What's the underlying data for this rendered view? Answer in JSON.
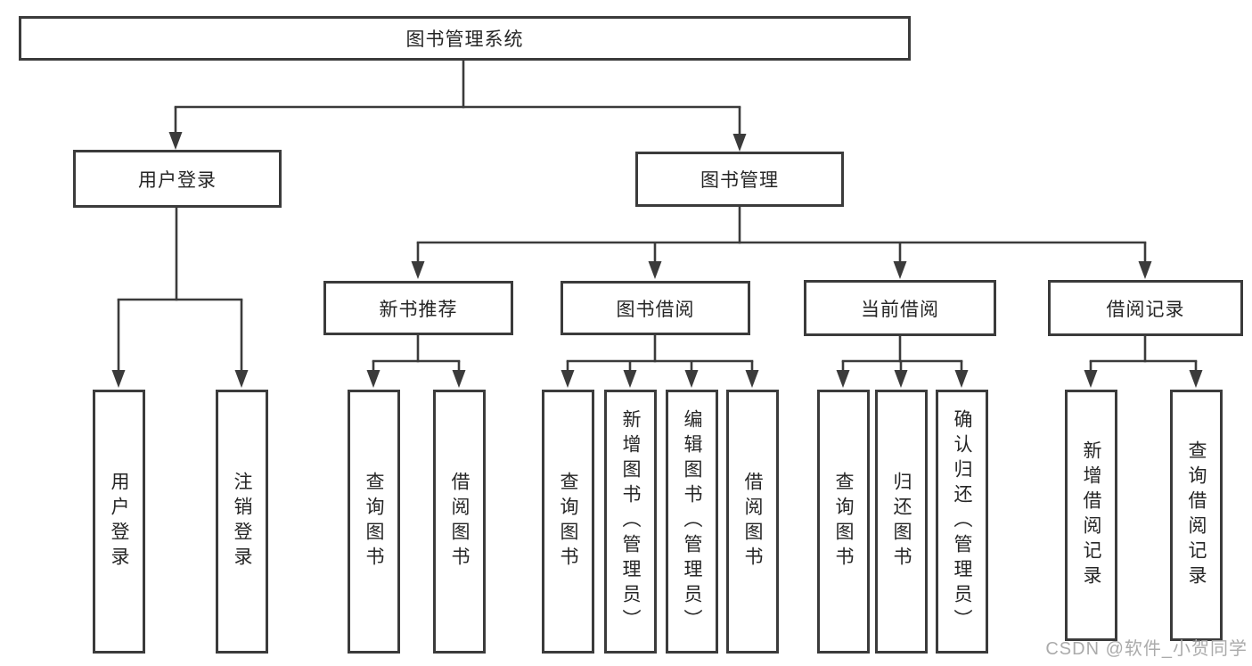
{
  "root": {
    "label": "图书管理系统"
  },
  "level2": {
    "user_login": {
      "label": "用户登录"
    },
    "book_mgmt": {
      "label": "图书管理"
    }
  },
  "level3": {
    "new_book": {
      "label": "新书推荐"
    },
    "borrow": {
      "label": "图书借阅"
    },
    "current": {
      "label": "当前借阅"
    },
    "records": {
      "label": "借阅记录"
    }
  },
  "leaves": {
    "ul_login": {
      "label": "用户登录"
    },
    "ul_logout": {
      "label": "注销登录"
    },
    "nb_query": {
      "label": "查询图书"
    },
    "nb_borrow": {
      "label": "借阅图书"
    },
    "bb_query": {
      "label": "查询图书"
    },
    "bb_add": {
      "label": "新增图书（管理员）"
    },
    "bb_edit": {
      "label": "编辑图书（管理员）"
    },
    "bb_borrow": {
      "label": "借阅图书"
    },
    "cb_query": {
      "label": "查询图书"
    },
    "cb_return": {
      "label": "归还图书"
    },
    "cb_confirm": {
      "label": "确认归还（管理员）"
    },
    "br_add": {
      "label": "新增借阅记录"
    },
    "br_query": {
      "label": "查询借阅记录"
    }
  },
  "watermark": {
    "text": "CSDN @软件_小贺同学"
  },
  "colors": {
    "line": "#3b3b3b",
    "text": "#262626",
    "watermark": "#ababab",
    "background": "#ffffff"
  }
}
